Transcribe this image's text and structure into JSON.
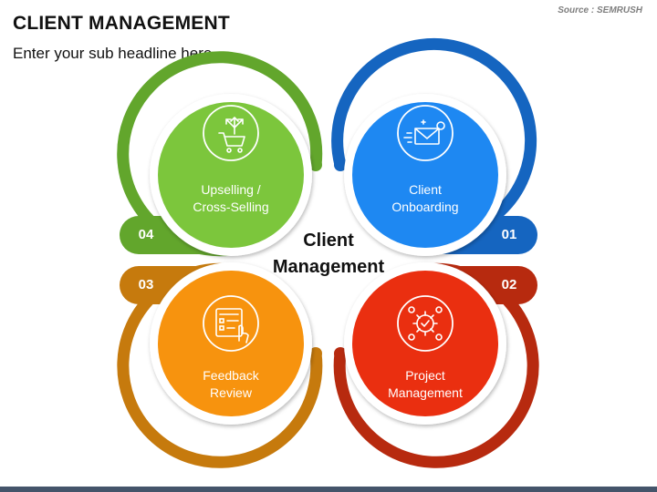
{
  "header": {
    "title": "CLIENT MANAGEMENT",
    "subtitle": "Enter your sub headline here",
    "source": "Source : SEMRUSH"
  },
  "center": {
    "line1": "Client",
    "line2": "Management"
  },
  "items": [
    {
      "number": "01",
      "label_line1": "Client",
      "label_line2": "Onboarding",
      "icon": "envelope-icon",
      "color": "#1e88f2",
      "ring": "#1565c0"
    },
    {
      "number": "02",
      "label_line1": "Project",
      "label_line2": "Management",
      "icon": "gear-icon",
      "color": "#ea2f10",
      "ring": "#b72a0f"
    },
    {
      "number": "03",
      "label_line1": "Feedback",
      "label_line2": "Review",
      "icon": "review-checklist-icon",
      "color": "#f7930e",
      "ring": "#c67a0d"
    },
    {
      "number": "04",
      "label_line1": "Upselling /",
      "label_line2": "Cross-Selling",
      "icon": "cart-arrows-icon",
      "color": "#7cc63c",
      "ring": "#62a62c"
    }
  ],
  "colors": {
    "footer": "#44546a"
  }
}
